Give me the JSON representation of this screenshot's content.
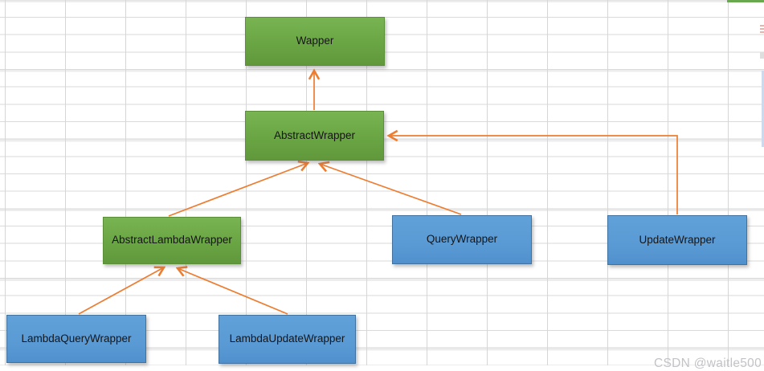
{
  "diagram": {
    "nodes": [
      {
        "label": "Wapper",
        "color": "green"
      },
      {
        "label": "AbstractWrapper",
        "color": "green"
      },
      {
        "label": "AbstractLambdaWrapper",
        "color": "green"
      },
      {
        "label": "QueryWrapper",
        "color": "blue"
      },
      {
        "label": "UpdateWrapper",
        "color": "blue"
      },
      {
        "label": "LambdaQueryWrapper",
        "color": "blue"
      },
      {
        "label": "LambdaUpdateWrapper",
        "color": "blue"
      }
    ],
    "edges": [
      {
        "from": "AbstractWrapper",
        "to": "Wapper"
      },
      {
        "from": "AbstractLambdaWrapper",
        "to": "AbstractWrapper"
      },
      {
        "from": "QueryWrapper",
        "to": "AbstractWrapper"
      },
      {
        "from": "UpdateWrapper",
        "to": "AbstractWrapper"
      },
      {
        "from": "LambdaQueryWrapper",
        "to": "AbstractLambdaWrapper"
      },
      {
        "from": "LambdaUpdateWrapper",
        "to": "AbstractLambdaWrapper"
      }
    ],
    "colors": {
      "green_fill": "#6aa544",
      "green_border": "#5a8e37",
      "blue_fill": "#5b9bd5",
      "blue_border": "#41719c",
      "arrow": "#ed7d31",
      "grid_line": "#d9d9d9"
    }
  },
  "watermark": {
    "text": "CSDN @waitle500"
  }
}
